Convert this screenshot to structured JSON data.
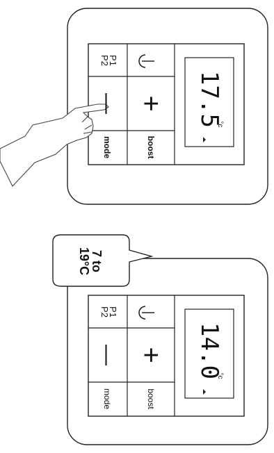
{
  "top_panel": {
    "program_label": "P1\nP2",
    "minus_symbol": "—",
    "plus_symbol": "+",
    "mode_label": "mode",
    "boost_label": "boost",
    "display_value": "17.5",
    "display_unit": "°c",
    "labels_bold": true,
    "power_icon": "power-icon",
    "touch_icon": "pointing-hand-icon"
  },
  "bottom_panel": {
    "program_label": "P1\nP2",
    "minus_symbol": "—",
    "plus_symbol": "+",
    "mode_label": "mode",
    "boost_label": "boost",
    "display_value": "14.0",
    "display_unit": "°c",
    "labels_bold": false,
    "power_icon": "power-icon"
  },
  "callout": {
    "text": "7 to\n19°C"
  }
}
